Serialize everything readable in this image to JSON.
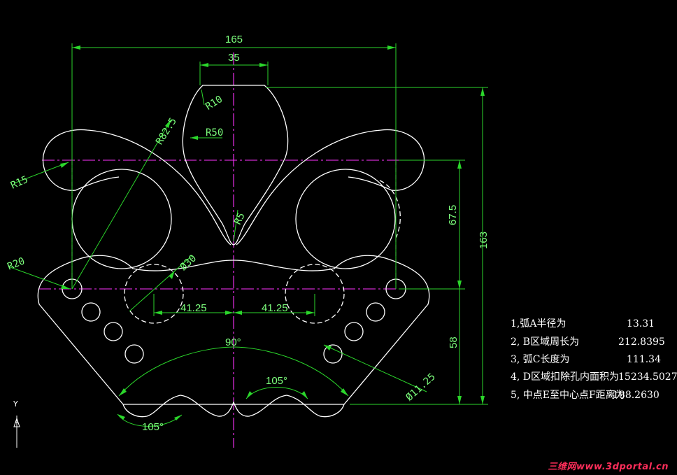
{
  "drawing": {
    "dimensions": {
      "width_total": "165",
      "top_width": "35",
      "r10": "R10",
      "r50": "R50",
      "r82_5": "R82.5",
      "r15": "R15",
      "r20": "R20",
      "r5": "R5",
      "dia30": "Ø30",
      "offset_left": "41.25",
      "offset_right": "41.25",
      "height_total": "163",
      "height_upper": "67.5",
      "height_lower": "58",
      "angle_90": "90°",
      "angle_105_top": "105°",
      "angle_105_bottom": "105°",
      "dia11_25": "Ø11.25"
    },
    "notes": [
      {
        "label": "1,弧A半径为",
        "value": "13.31"
      },
      {
        "label": "2, B区域周长为",
        "value": "212.8395"
      },
      {
        "label": "3, 弧C长度为",
        "value": "111.34"
      },
      {
        "label": "4, D区域扣除孔内面积为",
        "value": "15234.5027"
      },
      {
        "label": "5, 中点E至中心点F距离为",
        "value": "188.2630"
      }
    ],
    "ucs_axis": "Y",
    "watermark": "三维网www.3dportal.cn"
  },
  "colors": {
    "background": "#000000",
    "geometry": "#ffffff",
    "centerline": "#ff33ff",
    "dimension": "#2bd62b",
    "watermark": "#ff2e5a"
  }
}
